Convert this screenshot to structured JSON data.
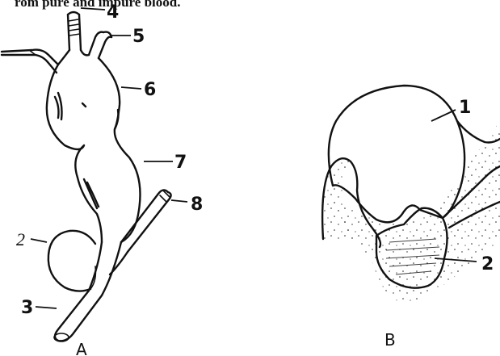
{
  "caption": "rom pure and impure blood.",
  "figure_a": {
    "panel_label": "A",
    "labels": {
      "l2": "2",
      "l3": "3",
      "l4": "4",
      "l5": "5",
      "l6": "6",
      "l7": "7",
      "l8": "8"
    }
  },
  "figure_b": {
    "panel_label": "B",
    "labels": {
      "l1": "1",
      "l2": "2"
    }
  }
}
